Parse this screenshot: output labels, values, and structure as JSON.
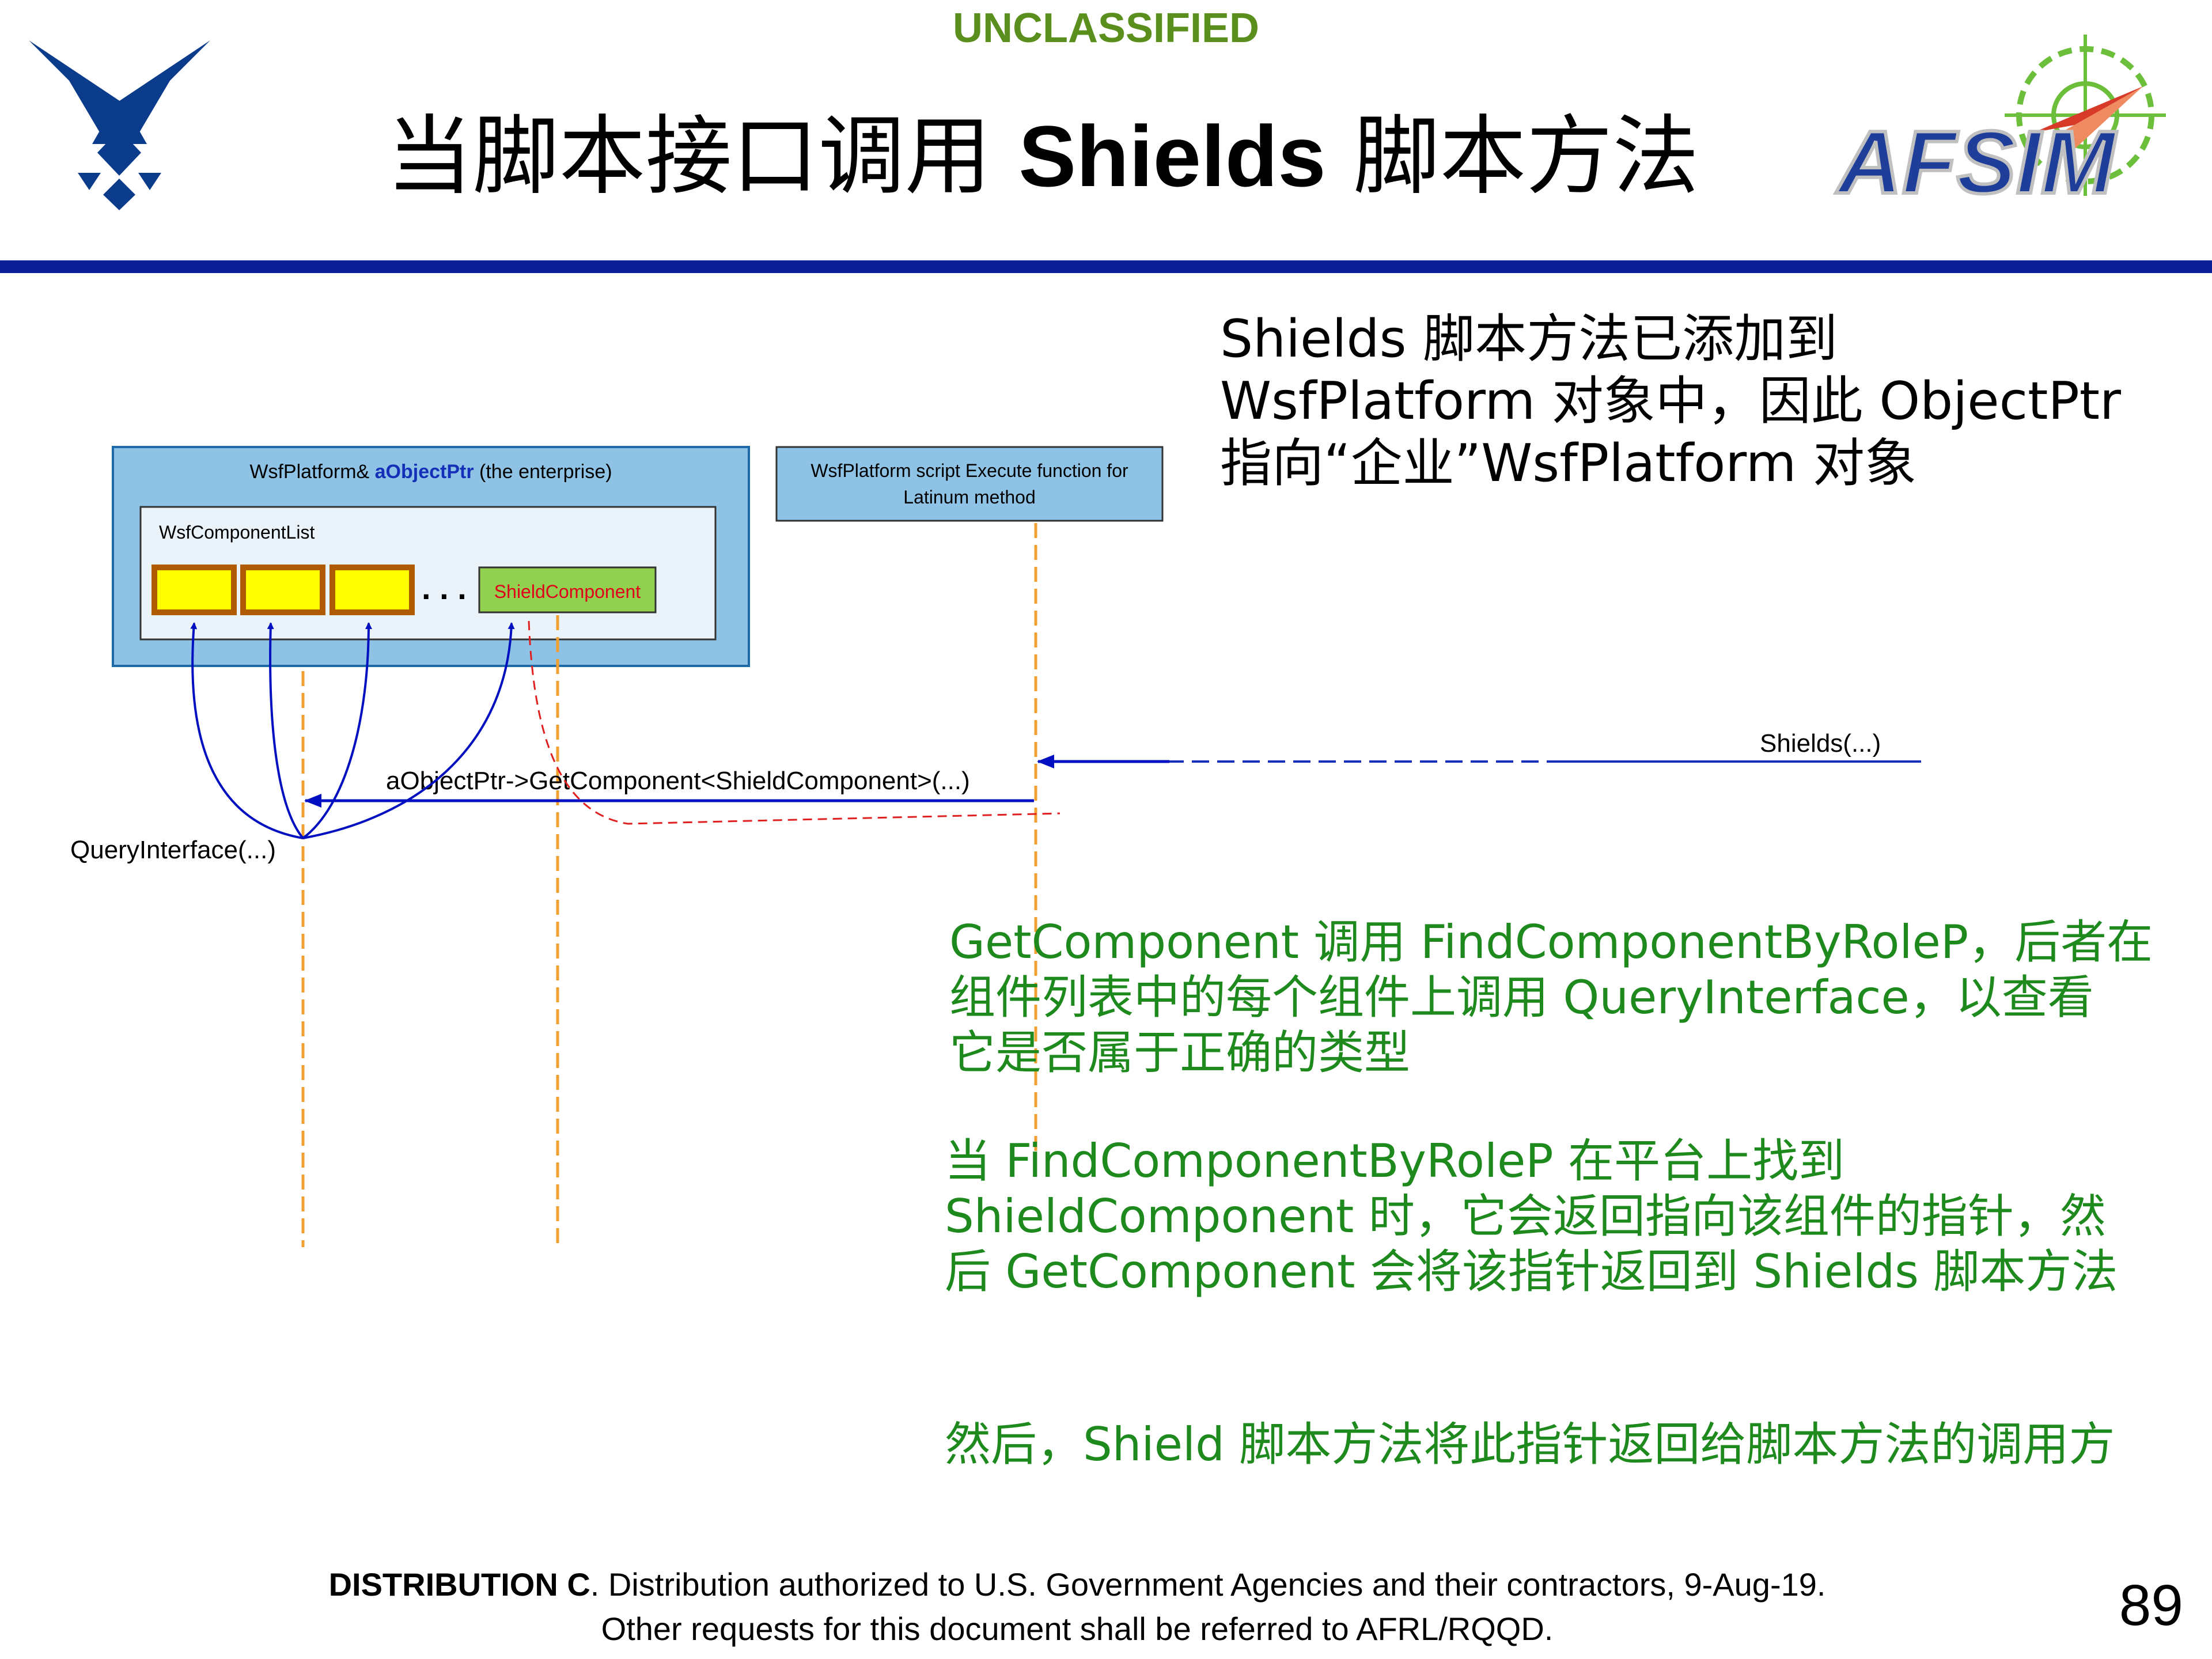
{
  "header": {
    "classification": "UNCLASSIFIED",
    "title_cn_1": "当脚本接口调用 ",
    "title_bold": "Shields",
    "title_cn_2": " 脚本方法"
  },
  "logos": {
    "left_emblem": "air-force-wings-icon",
    "right_logo_text": "AFSIM"
  },
  "notes": {
    "top_right_lines": [
      "Shields 脚本方法已添加到",
      "WsfPlatform 对象中，因此 ObjectPtr",
      "指向“企业”WsfPlatform 对象"
    ],
    "green_1_lines": [
      "GetComponent 调用 FindComponentByRoleP，后者在",
      "组件列表中的每个组件上调用 QueryInterface，以查看",
      "它是否属于正确的类型"
    ],
    "green_2_lines": [
      "当 FindComponentByRoleP 在平台上找到",
      "ShieldComponent 时，它会返回指向该组件的指针，然",
      "后 GetComponent 会将该指针返回到 Shields 脚本方法"
    ],
    "green_3": "然后，Shield 脚本方法将此指针返回给脚本方法的调用方"
  },
  "diagram": {
    "platform_box_label_1": "WsfPlatform& ",
    "platform_box_label_bold": "aObjectPtr",
    "platform_box_label_2": " (the enterprise)",
    "component_list_label": "WsfComponentList",
    "ellipsis": ". . .",
    "shield_component_label": "ShieldComponent",
    "execute_box_line1": "WsfPlatform script Execute function for",
    "execute_box_line2": "Latinum method",
    "shields_call_label": "Shields(...)",
    "get_component_label": "aObjectPtr->GetComponent<ShieldComponent>(...)",
    "query_interface_label": "QueryInterface(...)"
  },
  "colors": {
    "platform_box_fill": "#8ec3e6",
    "component_fill": "#ffff00",
    "component_border": "#b05a00",
    "shield_fill": "#92d050",
    "shield_text": "#e0001b",
    "lifeline_orange": "#f0a030",
    "arrow_blue": "#0010c0",
    "return_red": "#e02020",
    "divider_navy": "#0a1e96",
    "classification_green": "#5a8f1e",
    "note_green": "#1e8a1e"
  },
  "footer": {
    "distribution_bold": "DISTRIBUTION C",
    "distribution_rest": ". Distribution authorized to U.S. Government Agencies and their contractors, 9-Aug-19.",
    "line2": "Other requests for this document shall be referred to AFRL/RQQD.",
    "page_number": "89"
  }
}
